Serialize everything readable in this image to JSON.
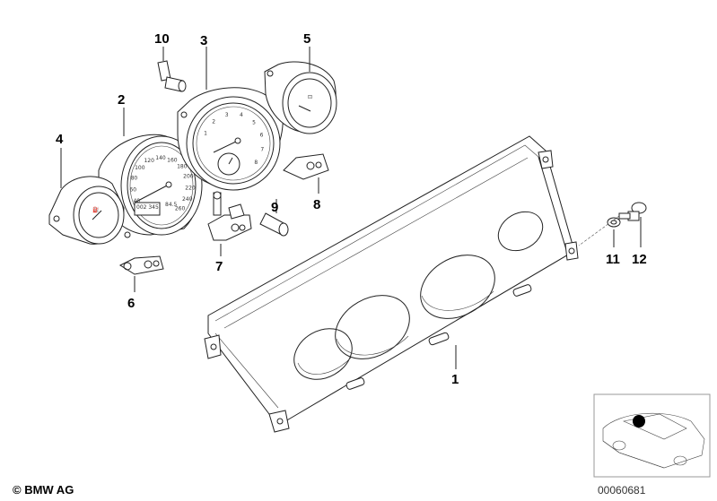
{
  "diagram": {
    "callouts": [
      {
        "id": "1",
        "label": "1"
      },
      {
        "id": "2",
        "label": "2"
      },
      {
        "id": "3",
        "label": "3"
      },
      {
        "id": "4",
        "label": "4"
      },
      {
        "id": "5",
        "label": "5"
      },
      {
        "id": "6",
        "label": "6"
      },
      {
        "id": "7",
        "label": "7"
      },
      {
        "id": "8",
        "label": "8"
      },
      {
        "id": "9",
        "label": "9"
      },
      {
        "id": "10",
        "label": "10"
      },
      {
        "id": "11",
        "label": "11"
      },
      {
        "id": "12",
        "label": "12"
      }
    ],
    "speedometer_ticks": [
      "40",
      "60",
      "80",
      "100",
      "120",
      "140",
      "160",
      "180",
      "200",
      "220",
      "240",
      "260"
    ],
    "tachometer_ticks": [
      "1",
      "2",
      "3",
      "4",
      "5",
      "6",
      "7",
      "8"
    ],
    "odometer_lines": [
      "002 345",
      "84.5"
    ]
  },
  "footer": {
    "copyright": "© BMW AG",
    "document_number": "00060681"
  },
  "colors": {
    "line": "#222222",
    "locator_dot": "#000000"
  }
}
